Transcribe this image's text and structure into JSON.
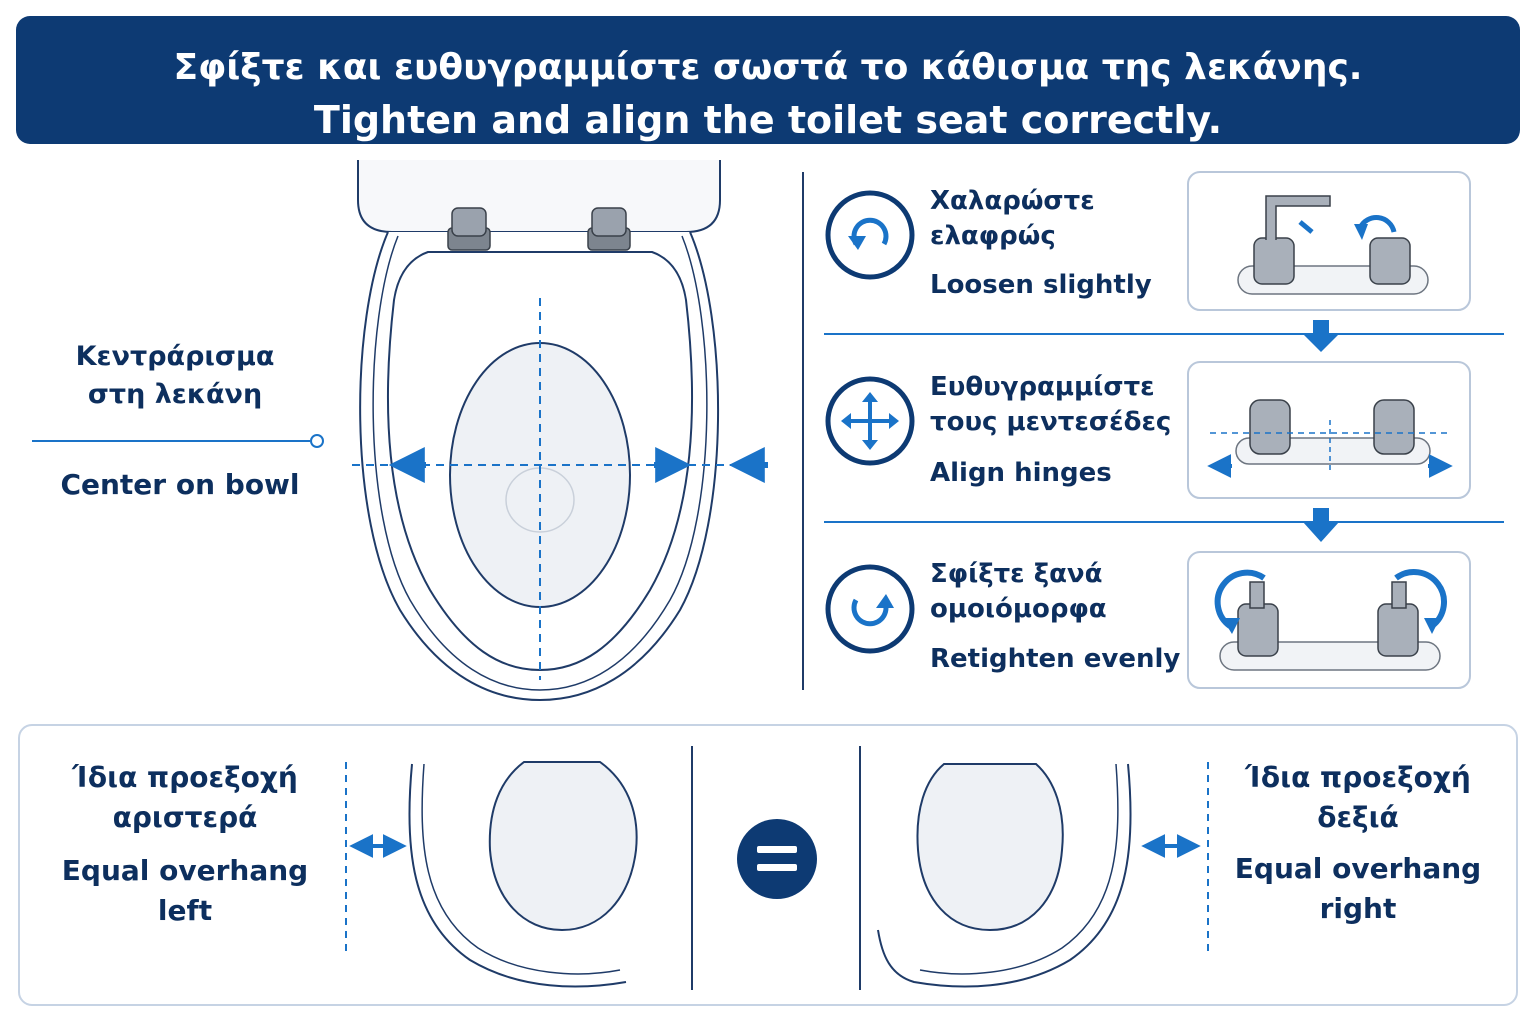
{
  "title": {
    "greek": "Σφίξτε και ευθυγραμμίστε σωστά το κάθισμα της λεκάνης.",
    "english": "Tighten and align the toilet seat correctly."
  },
  "center_label": {
    "greek_line1": "Κεντράρισμα",
    "greek_line2": "στη λεκάνη",
    "english": "Center on bowl"
  },
  "steps": [
    {
      "greek_line1": "Χαλαρώστε",
      "greek_line2": "ελαφρώς",
      "english": "Loosen slightly",
      "icon": "rotate-counterclockwise-icon"
    },
    {
      "greek_line1": "Ευθυγραμμίστε",
      "greek_line2": "τους μεντεσέδες",
      "english": "Align hinges",
      "icon": "move-arrows-icon"
    },
    {
      "greek_line1": "Σφίξτε ξανά",
      "greek_line2": "ομοιόμορφα",
      "english": "Retighten evenly",
      "icon": "rotate-clockwise-icon"
    }
  ],
  "overhang": {
    "left": {
      "greek_line1": "Ίδια προεξοχή",
      "greek_line2": "αριστερά",
      "english_line1": "Equal overhang",
      "english_line2": "left"
    },
    "right": {
      "greek_line1": "Ίδια προεξοχή",
      "greek_line2": "δεξιά",
      "english_line1": "Equal overhang",
      "english_line2": "right"
    },
    "equals_symbol": "="
  },
  "colors": {
    "navy": "#0d3a73",
    "accent_blue": "#1a73c8",
    "line": "#1f3b68",
    "box_border": "#c6d3e4"
  }
}
